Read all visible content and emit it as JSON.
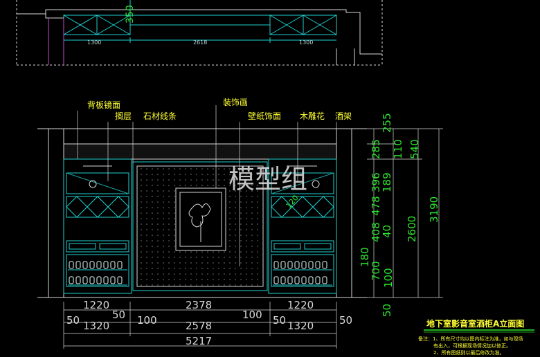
{
  "labels": {
    "back_mirror": "背板镜面",
    "shelf": "搁层",
    "stone_strip": "石材线条",
    "decor_painting": "装饰画",
    "wallpaper": "壁纸饰面",
    "wood_carving": "木雕花",
    "wine_rack": "酒架"
  },
  "watermark": "模型组",
  "title": "地下室影音室酒柜A立面图",
  "notes": [
    "备注：1、所有尺寸均以图内标注为准，如与现场",
    "有出入，可根据现场情况加以修正。",
    "2、所有图纸则以最后修改为准。"
  ],
  "top_dims": {
    "left": "1300",
    "mid": "2618",
    "right": "1300",
    "vert": "350"
  },
  "bottom_dims": {
    "r1_left": "1220",
    "r1_mid": "2378",
    "r1_right": "1220",
    "r2_a": "50",
    "r2_b": "50",
    "r2_c": "100",
    "r2_d": "100",
    "r2_e": "50",
    "r2_f": "50",
    "r3_left": "1320",
    "r3_mid": "2578",
    "r3_right": "1320",
    "total": "5217"
  },
  "right_dims": {
    "d255": "255",
    "d285": "285",
    "d110": "110",
    "d540": "540",
    "d396": "396",
    "d478": "478",
    "d189": "189",
    "d408": "408",
    "d40": "40",
    "d2600": "2600",
    "d3190": "3190",
    "d180": "180",
    "d700": "700",
    "d100": "100",
    "d50": "50"
  },
  "small_tag": "120",
  "colors": {
    "cyan": "#1fd0d0",
    "green": "#2ee52e",
    "yellow": "#ffff33",
    "white": "#d8d8d8",
    "magenta": "#d03fd0"
  }
}
